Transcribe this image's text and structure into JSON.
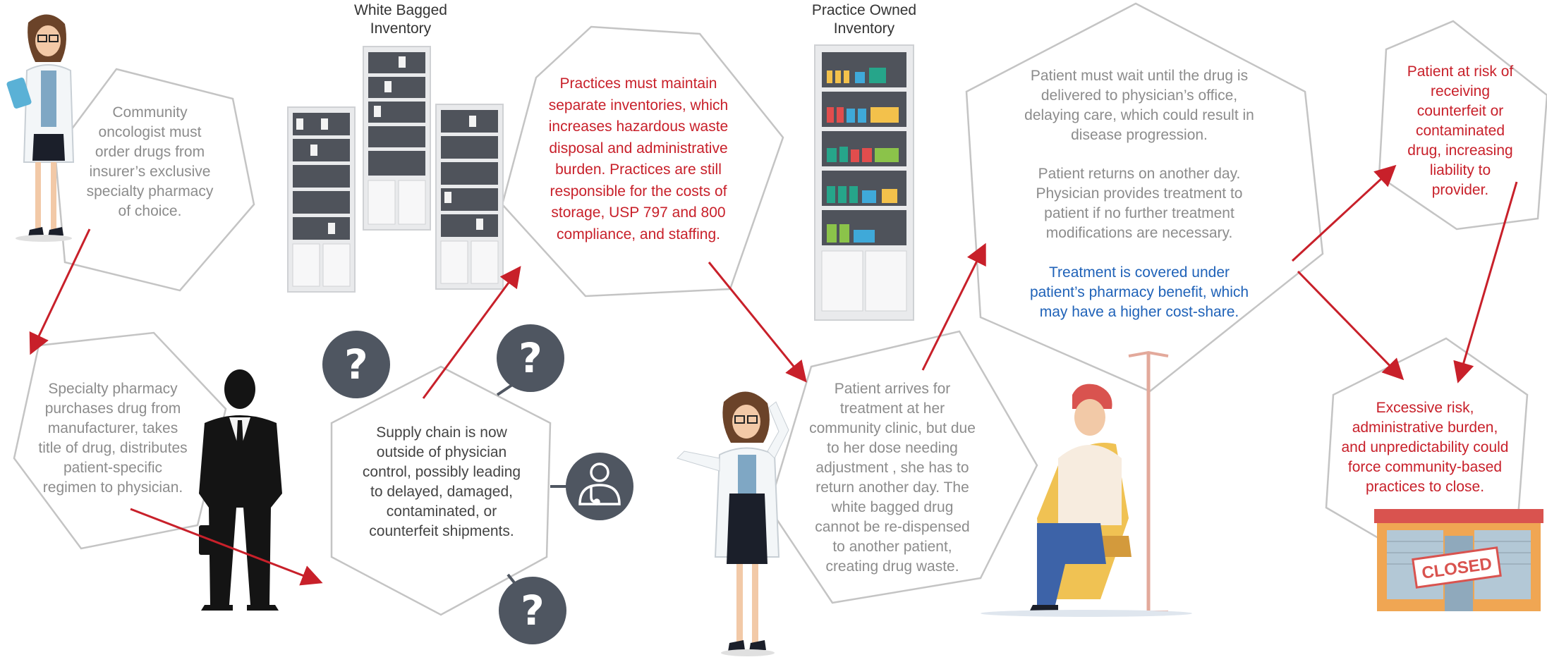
{
  "labels": {
    "white_bagged": "White Bagged\nInventory",
    "practice_owned": "Practice Owned\nInventory"
  },
  "steps": {
    "oncologist_order": "Community\noncologist must\norder drugs from\ninsurer’s exclusive\nspecialty pharmacy\nof choice.",
    "specialty_pharmacy": "Specialty pharmacy\npurchases drug from\nmanufacturer, takes\ntitle of drug, distributes\npatient-specific\nregimen to physician.",
    "supply_chain": "Supply chain is now\noutside of physician\ncontrol, possibly leading\nto delayed, damaged,\ncontaminated, or\ncounterfeit shipments.",
    "separate_inventories": "Practices must maintain\nseparate inventories, which\nincreases hazardous waste\ndisposal and administrative\nburden. Practices are still\nresponsible for the costs of\nstorage, USP 797 and 800\ncompliance, and staffing.",
    "patient_arrives": "Patient arrives for\ntreatment at her\ncommunity clinic, but due\nto her dose needing\nadjustment , she has to\nreturn another day. The\nwhite bagged drug\ncannot be re-dispensed\nto another patient,\ncreating drug waste.",
    "patient_wait": "Patient must wait until the drug is\ndelivered to physician’s office,\ndelaying care, which could result in\ndisease progression.",
    "patient_returns": "Patient returns on another day.\nPhysician provides treatment to\npatient if no further treatment\nmodifications are necessary.",
    "pharmacy_benefit": "Treatment is covered under\npatient’s pharmacy benefit, which\nmay have a higher cost-share.",
    "counterfeit_risk": "Patient at risk of\nreceiving\ncounterfeit or\ncontaminated\ndrug, increasing\nliability to\nprovider.",
    "practices_close": "Excessive risk,\nadministrative burden,\nand unpredictability could\nforce community-based\npractices to close."
  },
  "icons": {
    "question_mark": "?",
    "closed_sign": "CLOSED"
  },
  "colors": {
    "arrow": "#c8202a",
    "risk_text": "#c8202a",
    "neutral_text": "#8c8c8c",
    "benefit_text": "#1f62b8",
    "hexagon_stroke": "#bdbdbd",
    "question_circle": "#4f5661",
    "cabinet_dark": "#4f535b",
    "suit": "#141414"
  }
}
